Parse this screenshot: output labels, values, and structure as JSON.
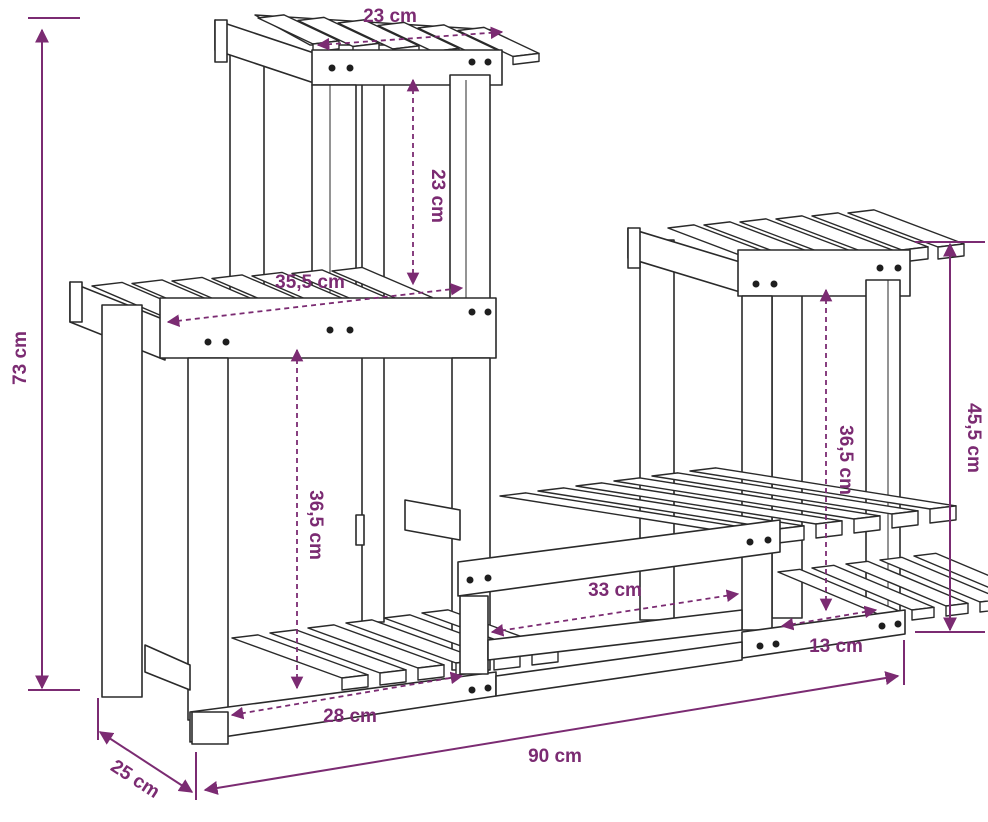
{
  "colors": {
    "dimension": "#7b2b72",
    "outline": "#2a2a2a",
    "wood": "#ffffff"
  },
  "dimensions": {
    "total_height": "73 cm",
    "depth": "25 cm",
    "total_width": "90 cm",
    "top_width": "23 cm",
    "top_clearance": "23 cm",
    "middle_width": "35,5 cm",
    "left_clearance": "36,5 cm",
    "bottom_left_width": "28 cm",
    "right_height": "45,5 cm",
    "right_clearance": "36,5 cm",
    "low_shelf_width": "33 cm",
    "right_bottom_width": "13 cm"
  }
}
